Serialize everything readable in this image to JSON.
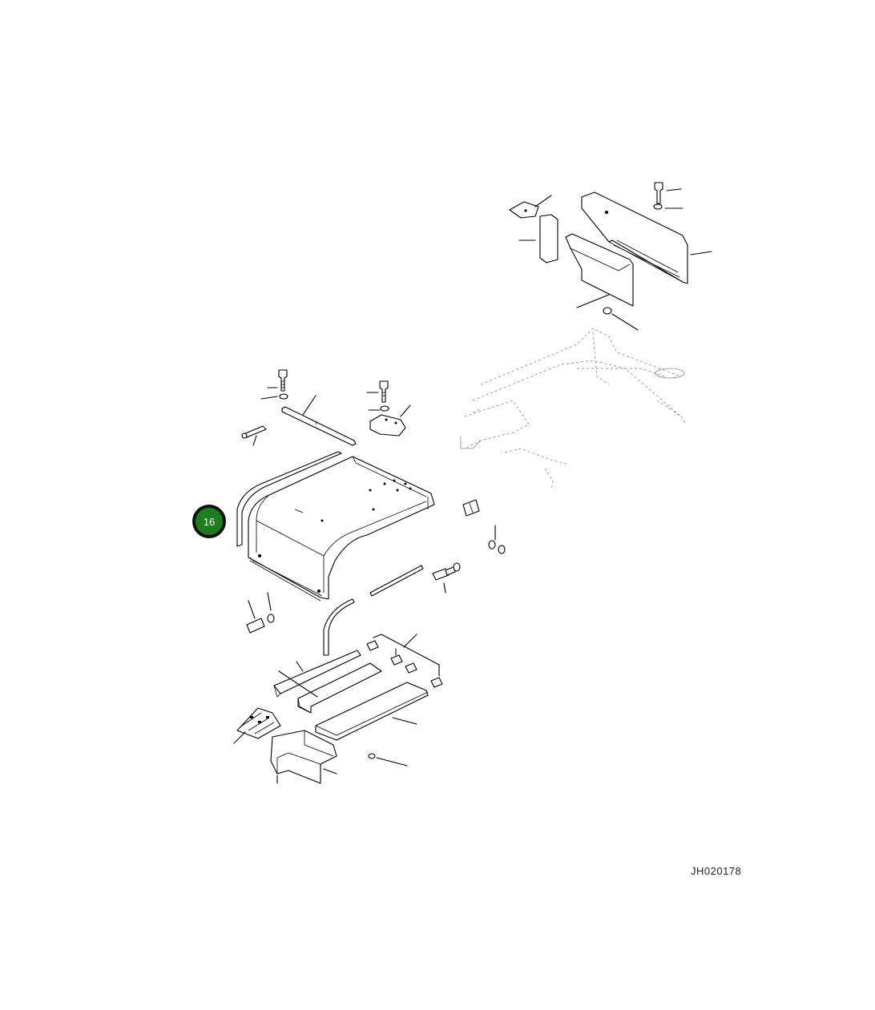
{
  "callout": {
    "label": "16",
    "color": "#1e7d1e"
  },
  "drawing_ref": "JH020178",
  "icons": {
    "callout_badge": "part-callout-badge"
  }
}
